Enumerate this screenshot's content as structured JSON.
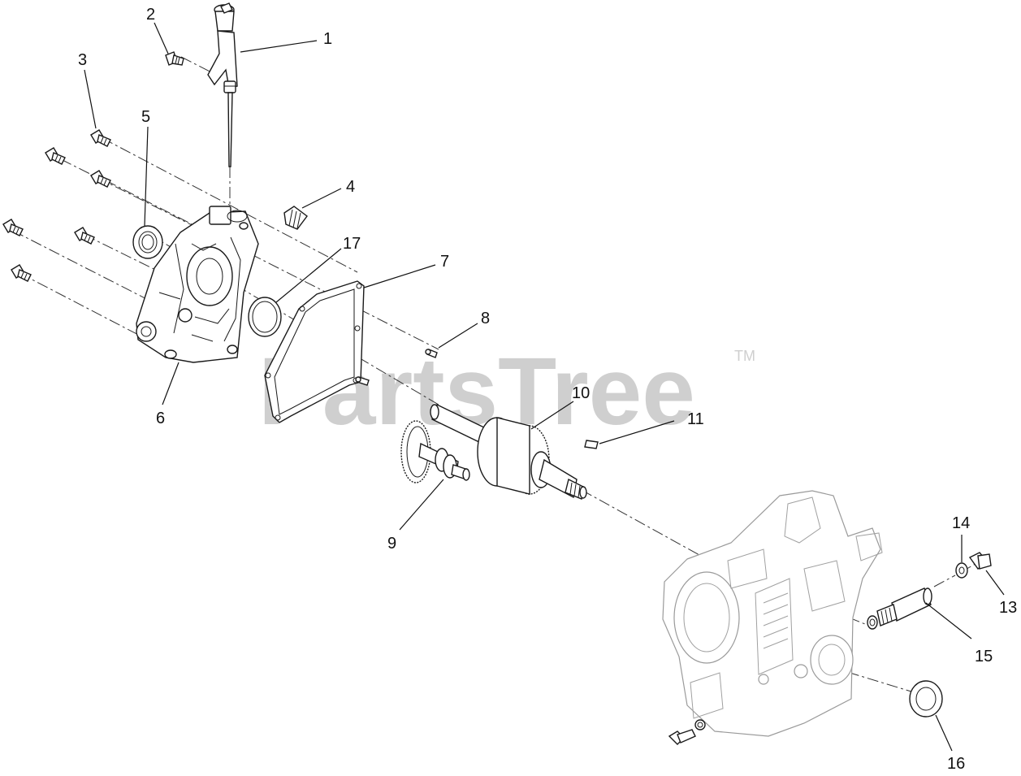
{
  "watermark": {
    "brand": "PartsTree",
    "trademark": "TM"
  },
  "callouts": [
    "1",
    "2",
    "3",
    "4",
    "5",
    "6",
    "7",
    "8",
    "9",
    "10",
    "11",
    "13",
    "14",
    "15",
    "16",
    "17"
  ]
}
